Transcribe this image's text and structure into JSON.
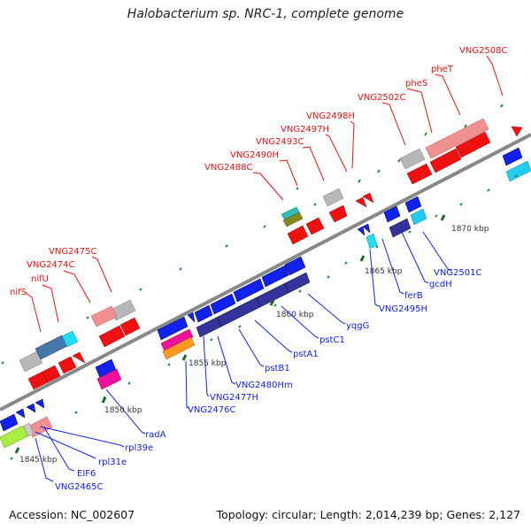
{
  "title": "Halobacterium sp. NRC-1, complete genome",
  "footer": {
    "accession": "Accession: NC_002607",
    "summary": "Topology: circular; Length: 2,014,239 bp; Genes: 2,127"
  },
  "colors": {
    "red": "#ee1111",
    "blue": "#1122ee",
    "gray": "#aaaaaa",
    "backbone": "#888888",
    "tick": "#22883a"
  },
  "scale_labels": [
    "1845 kbp",
    "1850 kbp",
    "1855 kbp",
    "1860 kbp",
    "1865 kbp",
    "1870 kbp"
  ],
  "genes_red": [
    "nifS",
    "nifU",
    "VNG2474C",
    "VNG2475C",
    "VNG2488C",
    "VNG2490H",
    "VNG2493C",
    "VNG2497H",
    "VNG2498H",
    "VNG2502C",
    "pheS",
    "pheT",
    "VNG2508C"
  ],
  "genes_blue": [
    "VNG2465C",
    "EIF6",
    "rpl31e",
    "rpl39e",
    "radA",
    "VNG2476C",
    "VNG2477H",
    "VNG2480Hm",
    "pstB1",
    "pstA1",
    "pstC1",
    "yqgG",
    "VNG2495H",
    "ferB",
    "gcdH",
    "VNG2501C"
  ]
}
